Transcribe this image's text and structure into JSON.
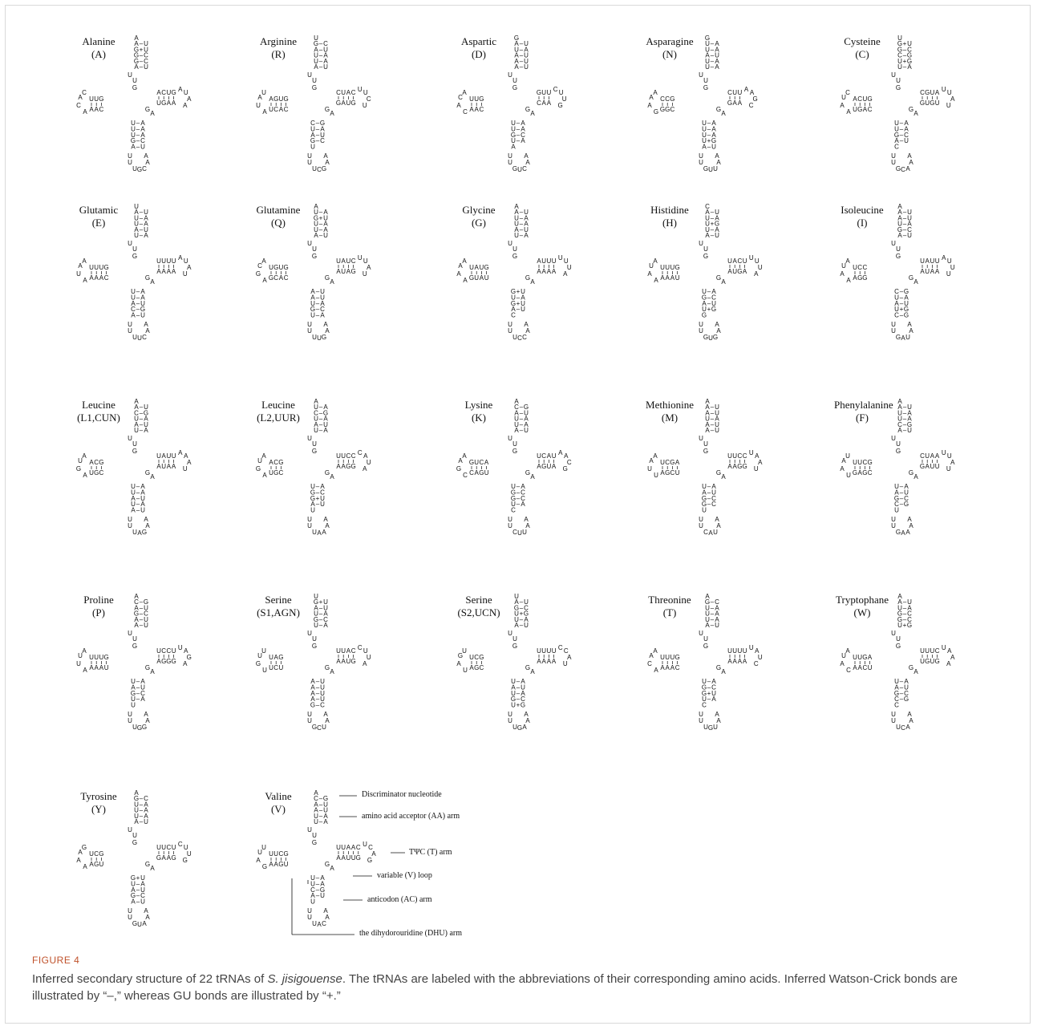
{
  "figure": {
    "label": "FIGURE 4",
    "caption_pre": "Inferred secondary structure of 22 tRNAs of ",
    "caption_species": "S. jisigouense",
    "caption_post": ". The tRNAs are labeled with the abbreviations of their corresponding amino acids. Inferred Watson-Crick bonds are illustrated by “–,” whereas GU bonds are illustrated by “+.”"
  },
  "trnas": [
    {
      "name": "Alanine",
      "abbr": "(A)",
      "acceptor": [
        "A",
        "A–U",
        "G+U",
        "G–C",
        "G–C",
        "A–U"
      ],
      "anticodon": [
        "U–A",
        "U–A",
        "U–A",
        "G–C",
        "A–U"
      ],
      "loop": "UGC",
      "d5": "UUG",
      "d3": "AAC",
      "dloop": "ACCA",
      "t5": "ACUG",
      "t3": "UGAA",
      "tloop": "AUAA"
    },
    {
      "name": "Arginine",
      "abbr": "(R)",
      "acceptor": [
        "U",
        "G–C",
        "A–U",
        "U–A",
        "U–A",
        "A–U"
      ],
      "anticodon": [
        "C–G",
        "U–A",
        "A–U",
        "G–C",
        "U"
      ],
      "loop": "UCG",
      "d5": "AGUG",
      "d3": "UCAC",
      "dloop": "AUUA",
      "t5": "CUAC",
      "t3": "GAUG",
      "tloop": "UUCU"
    },
    {
      "name": "Aspartic",
      "abbr": "(D)",
      "acceptor": [
        "G",
        "A–U",
        "U–A",
        "A–U",
        "A–U",
        "A–U"
      ],
      "anticodon": [
        "U–A",
        "U–A",
        "G–C",
        "U–A",
        "A"
      ],
      "loop": "GUC",
      "d5": "UUG",
      "d3": "AAC",
      "dloop": "CAAC",
      "t5": "GUU",
      "t3": "CAA",
      "tloop": "CUUG"
    },
    {
      "name": "Asparagine",
      "abbr": "(N)",
      "acceptor": [
        "G",
        "U–A",
        "U–A",
        "A–U",
        "U–A",
        "U–A"
      ],
      "anticodon": [
        "U–A",
        "U–A",
        "U–A",
        "U+G",
        "A–U"
      ],
      "loop": "GUU",
      "d5": "CCG",
      "d3": "GGC",
      "dloop": "AAAG",
      "t5": "CUU",
      "t3": "GAA",
      "tloop": "AAGC"
    },
    {
      "name": "Cysteine",
      "abbr": "(C)",
      "acceptor": [
        "U",
        "G+U",
        "G–C",
        "C–G",
        "U+G",
        "U–A"
      ],
      "anticodon": [
        "U–A",
        "U–A",
        "G–C",
        "A–U",
        "C"
      ],
      "loop": "GCA",
      "d5": "ACUG",
      "d3": "UGAC",
      "dloop": "UCAA",
      "t5": "CGUA",
      "t3": "GUGU",
      "tloop": "UUAU"
    },
    {
      "name": "Glutamic",
      "abbr": "(E)",
      "acceptor": [
        "U",
        "A–U",
        "U–A",
        "U–A",
        "A–U",
        "U–A"
      ],
      "anticodon": [
        "U–A",
        "U–A",
        "A–U",
        "C–G",
        "A–U"
      ],
      "loop": "UUC",
      "d5": "UUUG",
      "d3": "AAAC",
      "dloop": "AAUA",
      "t5": "UUUU",
      "t3": "AAAA",
      "tloop": "AUAU"
    },
    {
      "name": "Glutamine",
      "abbr": "(Q)",
      "acceptor": [
        "A",
        "U–A",
        "G+U",
        "U–A",
        "U–A",
        "A–U"
      ],
      "anticodon": [
        "A–U",
        "A–U",
        "U–A",
        "G–C",
        "U–A"
      ],
      "loop": "UUG",
      "d5": "UGUG",
      "d3": "GCAC",
      "dloop": "CAGA",
      "t5": "UAUC",
      "t3": "AUAG",
      "tloop": "UUAU"
    },
    {
      "name": "Glycine",
      "abbr": "(G)",
      "acceptor": [
        "A",
        "A–U",
        "U–A",
        "U–A",
        "A–U",
        "U–A"
      ],
      "anticodon": [
        "G+U",
        "U–A",
        "G+U",
        "A–U",
        "C"
      ],
      "loop": "UCC",
      "d5": "UAUG",
      "d3": "GUAU",
      "dloop": "AAAA",
      "t5": "AUUU",
      "t3": "AAAA",
      "tloop": "UUUA"
    },
    {
      "name": "Histidine",
      "abbr": "(H)",
      "acceptor": [
        "C",
        "A–U",
        "U–A",
        "U+G",
        "U–A",
        "A–U"
      ],
      "anticodon": [
        "U–A",
        "G–C",
        "A–U",
        "U+G",
        "G"
      ],
      "loop": "GUG",
      "d5": "UUUG",
      "d3": "AAAU",
      "dloop": "UAAA",
      "t5": "UACU",
      "t3": "AUGA",
      "tloop": "UUUA"
    },
    {
      "name": "Isoleucine",
      "abbr": "(I)",
      "acceptor": [
        "A",
        "A–U",
        "A–U",
        "U–A",
        "G–C",
        "A–U"
      ],
      "anticodon": [
        "C–G",
        "U–A",
        "A–U",
        "U+G",
        "C–G"
      ],
      "loop": "GAU",
      "d5": "UCC",
      "d3": "AGG",
      "dloop": "UAAA",
      "t5": "UAUU",
      "t3": "AUAA",
      "tloop": "AUUU"
    },
    {
      "name": "Leucine",
      "abbr": "(L1,CUN)",
      "acceptor": [
        "A",
        "A–U",
        "C–G",
        "U–A",
        "A–U",
        "U–A"
      ],
      "anticodon": [
        "U–A",
        "U–A",
        "A–U",
        "U–A",
        "A–U"
      ],
      "loop": "UAG",
      "d5": "ACG",
      "d3": "UGC",
      "dloop": "UAGA",
      "t5": "UAUU",
      "t3": "AUAA",
      "tloop": "AAAU"
    },
    {
      "name": "Leucine",
      "abbr": "(L2,UUR)",
      "acceptor": [
        "A",
        "U–A",
        "C–G",
        "U–A",
        "A–U",
        "U–A"
      ],
      "anticodon": [
        "U–A",
        "G–C",
        "G+U",
        "A–U",
        "U"
      ],
      "loop": "UAA",
      "d5": "ACG",
      "d3": "UGC",
      "dloop": "UAGA",
      "t5": "UUCC",
      "t3": "AAGG",
      "tloop": "CAUA"
    },
    {
      "name": "Lysine",
      "abbr": "(K)",
      "acceptor": [
        "A",
        "C–G",
        "A–U",
        "U–A",
        "U–A",
        "A–U"
      ],
      "anticodon": [
        "U–A",
        "G–C",
        "G–C",
        "U–A",
        "C"
      ],
      "loop": "CUU",
      "d5": "GUCA",
      "d3": "CAGU",
      "dloop": "AAGC",
      "t5": "UCAU",
      "t3": "AGUA",
      "tloop": "AACG"
    },
    {
      "name": "Methionine",
      "abbr": "(M)",
      "acceptor": [
        "A",
        "A–U",
        "A–U",
        "U–A",
        "A–U",
        "A–U"
      ],
      "anticodon": [
        "U–A",
        "A–U",
        "G–C",
        "G–C",
        "U"
      ],
      "loop": "CAU",
      "d5": "UCGA",
      "d3": "AGCU",
      "dloop": "AAUU",
      "t5": "UUCC",
      "t3": "AAGG",
      "tloop": "UAAU"
    },
    {
      "name": "Phenylalanine",
      "abbr": "(F)",
      "acceptor": [
        "A",
        "A–U",
        "U–A",
        "U–A",
        "C–G",
        "A–U"
      ],
      "anticodon": [
        "U–A",
        "A–U",
        "G–C",
        "C–G",
        "U"
      ],
      "loop": "GAA",
      "d5": "UUCG",
      "d3": "GAGC",
      "dloop": "AUAU",
      "t5": "CUAA",
      "t3": "GAUU",
      "tloop": "UUAU"
    },
    {
      "name": "Proline",
      "abbr": "(P)",
      "acceptor": [
        "A",
        "C–G",
        "A–U",
        "G–C",
        "A–U",
        "A–U"
      ],
      "anticodon": [
        "U–A",
        "A–U",
        "G–C",
        "U–A",
        "U"
      ],
      "loop": "UGG",
      "d5": "UUUG",
      "d3": "AAAU",
      "dloop": "UAUA",
      "t5": "UCCU",
      "t3": "AGGG",
      "tloop": "UAGA"
    },
    {
      "name": "Serine",
      "abbr": "(S1,AGN)",
      "acceptor": [
        "U",
        "G+U",
        "A–U",
        "U–A",
        "G–C",
        "U–A"
      ],
      "anticodon": [
        "A–U",
        "A–U",
        "A–U",
        "A–U",
        "G–C"
      ],
      "loop": "GCU",
      "d5": "UAG",
      "d3": "UCU",
      "dloop": "UUGU",
      "t5": "UUAC",
      "t3": "AAUG",
      "tloop": "CUUA"
    },
    {
      "name": "Serine",
      "abbr": "(S2,UCN)",
      "acceptor": [
        "U",
        "A–U",
        "G–C",
        "U+G",
        "U–A",
        "A–U"
      ],
      "anticodon": [
        "U–A",
        "A–U",
        "U–A",
        "G–C",
        "U+G"
      ],
      "loop": "UGA",
      "d5": "UCG",
      "d3": "AGC",
      "dloop": "GUAU",
      "t5": "UUUU",
      "t3": "AAAA",
      "tloop": "CCAU"
    },
    {
      "name": "Threonine",
      "abbr": "(T)",
      "acceptor": [
        "A",
        "G–C",
        "U–A",
        "U–A",
        "U–A",
        "A–U"
      ],
      "anticodon": [
        "U–A",
        "G–C",
        "G+U",
        "U–A",
        "C"
      ],
      "loop": "UGU",
      "d5": "UUUG",
      "d3": "AAAC",
      "dloop": "AACA",
      "t5": "UUUU",
      "t3": "AAAA",
      "tloop": "UAUC"
    },
    {
      "name": "Tryptophane",
      "abbr": "(W)",
      "acceptor": [
        "A",
        "A–U",
        "U–A",
        "G–C",
        "G–C",
        "U+G"
      ],
      "anticodon": [
        "U–A",
        "A–U",
        "G–C",
        "C–G",
        "C"
      ],
      "loop": "UCA",
      "d5": "UUGA",
      "d3": "AACU",
      "dloop": "UAAC",
      "t5": "UUUC",
      "t3": "UGUG",
      "tloop": "UAAA"
    },
    {
      "name": "Tyrosine",
      "abbr": "(Y)",
      "acceptor": [
        "A",
        "G–C",
        "U–A",
        "U–A",
        "U–A",
        "A–U"
      ],
      "anticodon": [
        "G+U",
        "U–A",
        "A–U",
        "G–C",
        "A–U"
      ],
      "loop": "GUA",
      "d5": "UCG",
      "d3": "AGU",
      "dloop": "AGAA",
      "t5": "UUCU",
      "t3": "GAAG",
      "tloop": "CUUG"
    },
    {
      "name": "Valine",
      "abbr": "(V)",
      "acceptor": [
        "A",
        "C–G",
        "A–U",
        "A–U",
        "U–A",
        "U–A"
      ],
      "anticodon": [
        "U–A",
        "U–A",
        "C–G",
        "A–U",
        "U"
      ],
      "loop": "UAC",
      "d5": "UUCG",
      "d3": "AAGU",
      "dloop": "UUAG",
      "t5": "UUAAC",
      "t3": "AAUUG",
      "tloop": "UCAG"
    }
  ],
  "legend": {
    "discriminator": "Discriminator nucleotide",
    "acceptor_arm": "amino acid acceptor (AA) arm",
    "t_arm": "TΨC (T) arm",
    "variable_loop": "variable (V) loop",
    "anticodon_arm": "anticodon (AC) arm",
    "dhu_arm": "the dihydorouridine (DHU) arm"
  }
}
